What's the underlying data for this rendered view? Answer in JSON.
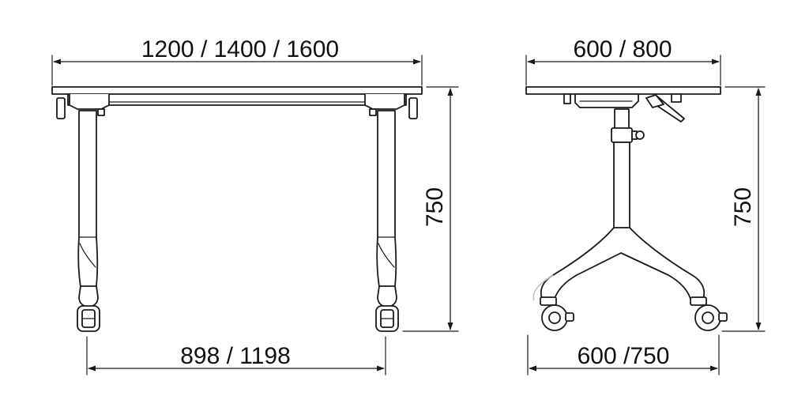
{
  "front_view": {
    "top_width_label": "1200 / 1400 / 1600",
    "height_label": "750",
    "leg_span_label": "898 / 1198"
  },
  "side_view": {
    "top_depth_label": "600 / 800",
    "height_label": "750",
    "base_depth_label": "600 /750"
  }
}
